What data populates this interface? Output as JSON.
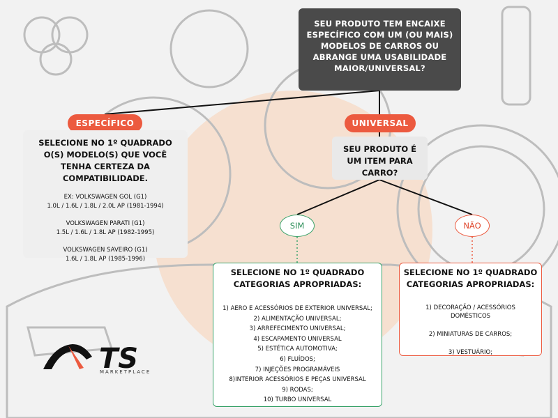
{
  "question_top": "SEU PRODUTO TEM ENCAIXE ESPECÍFICO COM UM (OU MAIS) MODELOS DE CARROS OU ABRANGE UMA USABILIDADE MAIOR/UNIVERSAL?",
  "branch_specific": {
    "label": "ESPECÍFICO",
    "instruction": "SELECIONE NO 1º QUADRADO O(S) MODELO(S) QUE VOCÊ TENHA CERTEZA DA COMPATIBILIDADE.",
    "examples": [
      {
        "line1": "EX: VOLKSWAGEN GOL (G1)",
        "line2": "1.0L / 1.6L / 1.8L / 2.0L AP (1981-1994)"
      },
      {
        "line1": "VOLKSWAGEN PARATI (G1)",
        "line2": "1.5L / 1.6L / 1.8L AP (1982-1995)"
      },
      {
        "line1": "VOLKSWAGEN SAVEIRO (G1)",
        "line2": "1.6L / 1.8L AP (1985-1996)"
      }
    ]
  },
  "branch_universal": {
    "label": "UNIVERSAL",
    "question": "SEU PRODUTO É UM ITEM PARA CARRO?"
  },
  "answer_yes": {
    "label": "SIM",
    "title": "SELECIONE NO 1º QUADRADO CATEGORIAS APROPRIADAS:",
    "items": [
      "1) AERO E ACESSÓRIOS DE EXTERIOR UNIVERSAL;",
      "2) ALIMENTAÇÃO UNIVERSAL;",
      "3) ARREFECIMENTO UNIVERSAL;",
      "4) ESCAPAMENTO UNIVERSAL",
      "5) ESTÉTICA AUTOMOTIVA;",
      "6) FLUÍDOS;",
      "7) INJEÇÕES PROGRAMÁVEIS",
      "8)INTERIOR ACESSÓRIOS E PEÇAS UNIVERSAL",
      "9) RODAS;",
      "10) TURBO UNIVERSAL"
    ]
  },
  "answer_no": {
    "label": "NÃO",
    "title": "SELECIONE NO 1º QUADRADO CATEGORIAS APROPRIADAS:",
    "items": [
      "1) DECORAÇÃO / ACESSÓRIOS DOMÉSTICOS",
      "2) MINIATURAS DE CARROS;",
      "3) VESTUÁRIO;"
    ]
  },
  "logo": {
    "mark": "TS",
    "subtitle": "MARKETPLACE"
  },
  "colors": {
    "accent": "#ec5a3f",
    "dark_box": "#4a4a4a",
    "green": "#3aa36a"
  }
}
